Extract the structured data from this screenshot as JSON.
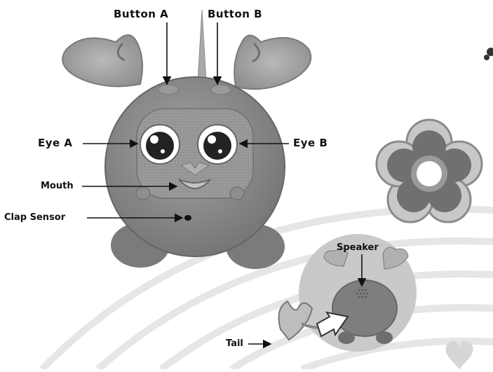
{
  "labels": {
    "button_a": "Button A",
    "button_b": "Button B",
    "eye_a": "Eye A",
    "eye_b": "Eye B",
    "mouth": "Mouth",
    "clap_sensor": "Clap Sensor",
    "speaker": "Speaker",
    "tail": "Tail"
  },
  "colors": {
    "body": "#8a8a8a",
    "body_shadow": "#6f6f6f",
    "antenna": "#a9a9a9",
    "grille": "#9b9b9b",
    "flower_outer": "#b8b8b8",
    "flower_inner": "#6e6e6e",
    "stripe": "#e6e6e6",
    "inset_circle": "#c9c9c9"
  },
  "icons": [
    "button-a-icon",
    "button-b-icon",
    "eye-a-icon",
    "eye-b-icon",
    "mouth-icon",
    "clap-sensor-icon",
    "speaker-icon",
    "tail-icon",
    "flower-icon",
    "heart-icon"
  ]
}
